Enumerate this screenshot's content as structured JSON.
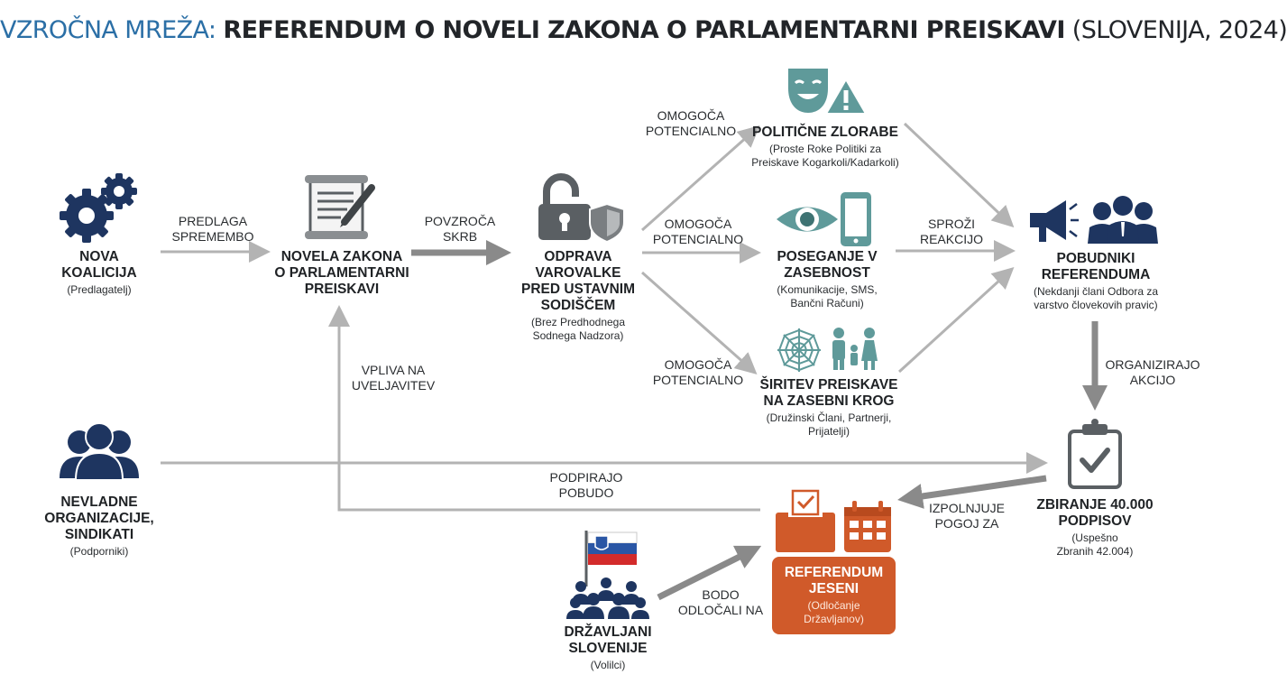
{
  "title": {
    "lead": "VZROČNA MREŽA:",
    "main": "REFERENDUM O NOVELI ZAKONA O PARLAMENTARNI PREISKAVI",
    "tail": "(SLOVENIJA, 2024)"
  },
  "nodes": {
    "koalicija": {
      "title": "NOVA\nKOALICIJA",
      "sub": "(Predlagatelj)",
      "icon": "gears-icon"
    },
    "novela": {
      "title": "NOVELA ZAKONA\nO PARLAMENTARNI\nPREISKAVI",
      "icon": "document-pen-icon"
    },
    "odprava": {
      "title": "ODPRAVA\nVAROVALKE\nPRED USTAVNIM\nSODIŠČEM",
      "sub": "(Brez Predhodnega\nSodnega Nadzora)",
      "icon": "unlocked-padlock-shield-icon"
    },
    "zlorabe": {
      "title": "POLITIČNE ZLORABE",
      "sub": "(Proste Roke Politiki za\nPreiskave Kogarkoli/Kadarkoli)",
      "icon": "theater-mask-warning-icon"
    },
    "zasebnost": {
      "title": "POSEGANJE V\nZASEBNOST",
      "sub": "(Komunikacije, SMS,\nBančni Računi)",
      "icon": "eye-phone-icon"
    },
    "siritev": {
      "title": "ŠIRITEV PREISKAVE\nNA ZASEBNI KROG",
      "sub": "(Družinski Člani, Partnerji,\nPrijatelji)",
      "icon": "web-family-icon"
    },
    "pobudniki": {
      "title": "POBUDNIKI\nREFERENDUMA",
      "sub": "(Nekdanji člani Odbora za\nvarstvo človekovih pravic)",
      "icon": "megaphone-people-icon"
    },
    "podpisi": {
      "title": "ZBIRANJE 40.000\nPODPISOV",
      "sub": "(Uspešno\nZbranih 42.004)",
      "icon": "clipboard-check-icon"
    },
    "nvo": {
      "title": "NEVLADNE\nORGANIZACIJE,\nSINDIKATI",
      "sub": "(Podporniki)",
      "icon": "group-icon"
    },
    "referendum": {
      "title": "REFERENDUM\nJESENI",
      "sub": "(Odločanje\nDržavljanov)",
      "icon": "ballot-box-calendar-icon"
    },
    "drzavljani": {
      "title": "DRŽAVLJANI\nSLOVENIJE",
      "sub": "(Volilci)",
      "icon": "slovenia-flag-crowd-icon"
    }
  },
  "edges": {
    "predlaga": "PREDLAGA\nSPREMEMBO",
    "povzroca": "POVZROČA\nSKRB",
    "omogoca1": "OMOGOČA\nPOTENCIALNO",
    "omogoca2": "OMOGOČA\nPOTENCIALNO",
    "omogoca3": "OMOGOČA\nPOTENCIALNO",
    "sprozi": "SPROŽI\nREAKCIJO",
    "organizirajo": "ORGANIZIRAJO\nAKCIJO",
    "izpolnjuje": "IZPOLNJUJE\nPOGOJ ZA",
    "vpliva": "VPLIVA NA\nUVELJAVITEV",
    "podpirajo": "PODPIRAJO\nPOBUDO",
    "bodo": "BODO\nODLOČALI NA"
  },
  "colors": {
    "navy": "#1e3560",
    "teal": "#5f9a9a",
    "gray_icon": "#5a5f63",
    "arrow": "#b3b3b3",
    "arrow_dark": "#8a8a8a",
    "accent_orange": "#d05a2a",
    "title_blue": "#2b6fa6",
    "flag_red": "#d32b2b",
    "flag_blue": "#2a56a5"
  }
}
